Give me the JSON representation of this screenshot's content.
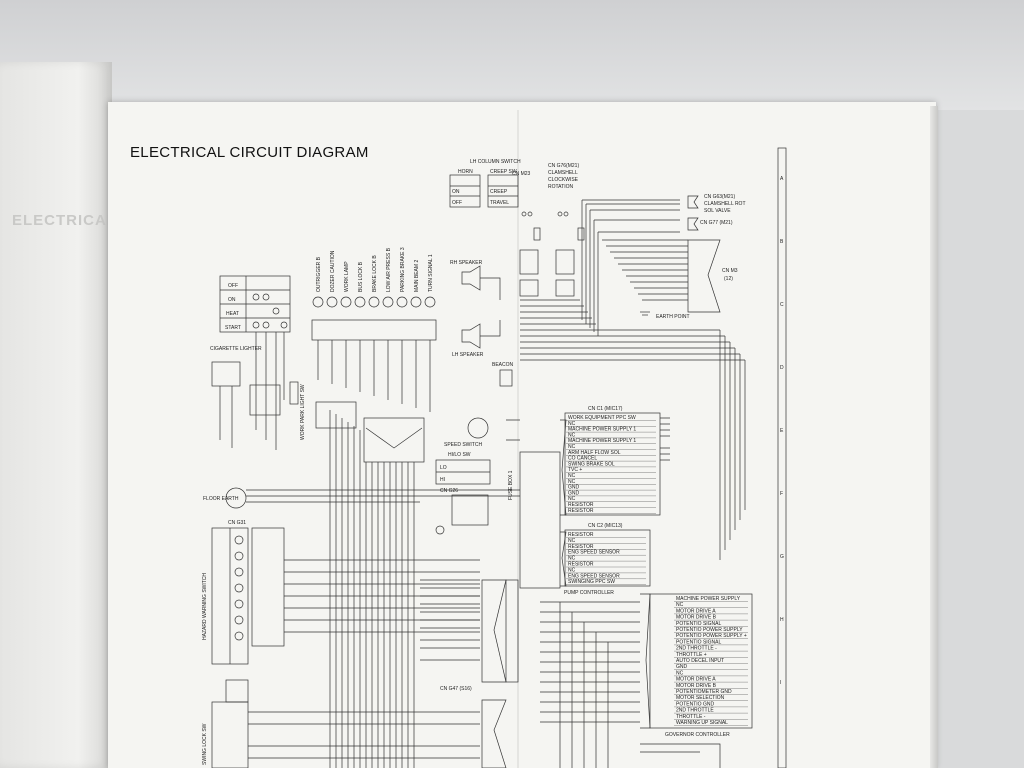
{
  "page": {
    "title": "ELECTRICAL CIRCUIT DIAGRAM",
    "left_page_ghost": "ELECTRICAL C"
  },
  "switch_block": {
    "title": "LH COLUMN SWITCH",
    "horn_label": "HORN",
    "horn_rows": [
      "ON",
      "OFF"
    ],
    "creep_label": "CREEP SW",
    "creep_rows": [
      "CREEP",
      "TRAVEL"
    ],
    "cn": "CN M23"
  },
  "clamshell": {
    "title": "CN G76(M21)",
    "lines": [
      "CLAMSHELL",
      "CLOCKWISE",
      "ROTATION"
    ]
  },
  "solenoid": {
    "cn": "CN G63(M21)",
    "lines": [
      "CLAMSHELL ROT",
      "SOL VALVE"
    ],
    "cn2": "CN G77 (M21)"
  },
  "connector_m3": {
    "label": "CN M3",
    "sub": "(12)"
  },
  "earth_point": "EARTH POINT",
  "speakers": {
    "rh": "RH SPEAKER",
    "lh": "LH SPEAKER",
    "beacon": "BEACON"
  },
  "indicator_lamps": [
    "OUTRIGGER B",
    "DOZER CAUTION",
    "WORK LAMP",
    "BUS LOCK B",
    "BRAKE LOCK B",
    "LOW AIR PRESS B",
    "PARKING BRAKE 3",
    "MAIN BEAM 2",
    "TURN SIGNAL 1"
  ],
  "key_switch_rows": [
    "OFF",
    "ON",
    "HEAT",
    "START"
  ],
  "cigarette_lighter": "CIGARETTE LIGHTER",
  "work_lamp_sw": "WORK PARK LIGHT SW",
  "floor_earth": "FLOOR EARTH",
  "speed_switch": "SPEED SWITCH",
  "hilo_sw": {
    "title": "HI/LO SW",
    "rows": [
      "LO",
      "HI"
    ],
    "cn": "CN G26"
  },
  "fuse_box": "FUSE BOX 1",
  "hazard_switch": "HAZARD WARNING SWITCH",
  "swing_lock_sw": "SWING LOCK SW",
  "cn_g31": "CN G31",
  "cn_c1": {
    "title": "CN C1 (MIC17)",
    "rows": [
      "WORK EQUIPMENT PPC SW",
      "NC",
      "MACHINE POWER SUPPLY 1",
      "NC",
      "MACHINE POWER SUPPLY 1",
      "NC",
      "ARM HALF FLOW SOL",
      "CO CANCEL",
      "SWING BRAKE SOL",
      "TVC +",
      "NC",
      "NC",
      "GND",
      "GND",
      "NC",
      "RESISTOR",
      "RESISTOR"
    ]
  },
  "cn_c2": {
    "title": "CN C2 (MIC13)",
    "rows": [
      "RESISTOR",
      "NC",
      "RESISTOR",
      "ENG SPEED SENSOR",
      "NC",
      "RESISTOR",
      "NC",
      "ENG SPEED SENSOR",
      "SWINGING PPC SW"
    ]
  },
  "pump_controller": "PUMP CONTROLLER",
  "governor": {
    "title": "GOVERNOR CONTROLLER",
    "rows": [
      "MACHINE POWER SUPPLY",
      "NC",
      "MOTOR DRIVE A",
      "MOTOR DRIVE B",
      "POTENTIO SIGNAL",
      "POTENTIO POWER SUPPLY",
      "POTENTIO POWER SUPPLY +",
      "POTENTIO SIGNAL",
      "2ND THROTTLE -",
      "THROTTLE +",
      "AUTO DECEL INPUT",
      "GND",
      "NC",
      "MOTOR DRIVE A",
      "MOTOR DRIVE B",
      "POTENTIOMETER GND",
      "MOTOR SELECTION",
      "POTENTIO GND",
      "2ND THROTTLE",
      "THROTTLE -",
      "WARNING UP SIGNAL"
    ]
  },
  "side_index": [
    "A",
    "B",
    "C",
    "D",
    "E",
    "F",
    "G",
    "H",
    "I"
  ],
  "cn_g47": "CN G47 (S16)"
}
